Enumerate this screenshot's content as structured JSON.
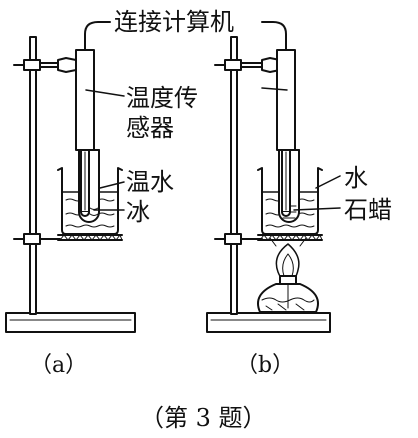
{
  "labels": {
    "computer": "连接计算机",
    "sensor_line1": "温度传",
    "sensor_line2": "感器",
    "warm_water": "温水",
    "ice": "冰",
    "water": "水",
    "wax": "石蜡"
  },
  "sub_captions": {
    "a": "（a）",
    "b": "（b）"
  },
  "caption": "（第 3 题）"
}
